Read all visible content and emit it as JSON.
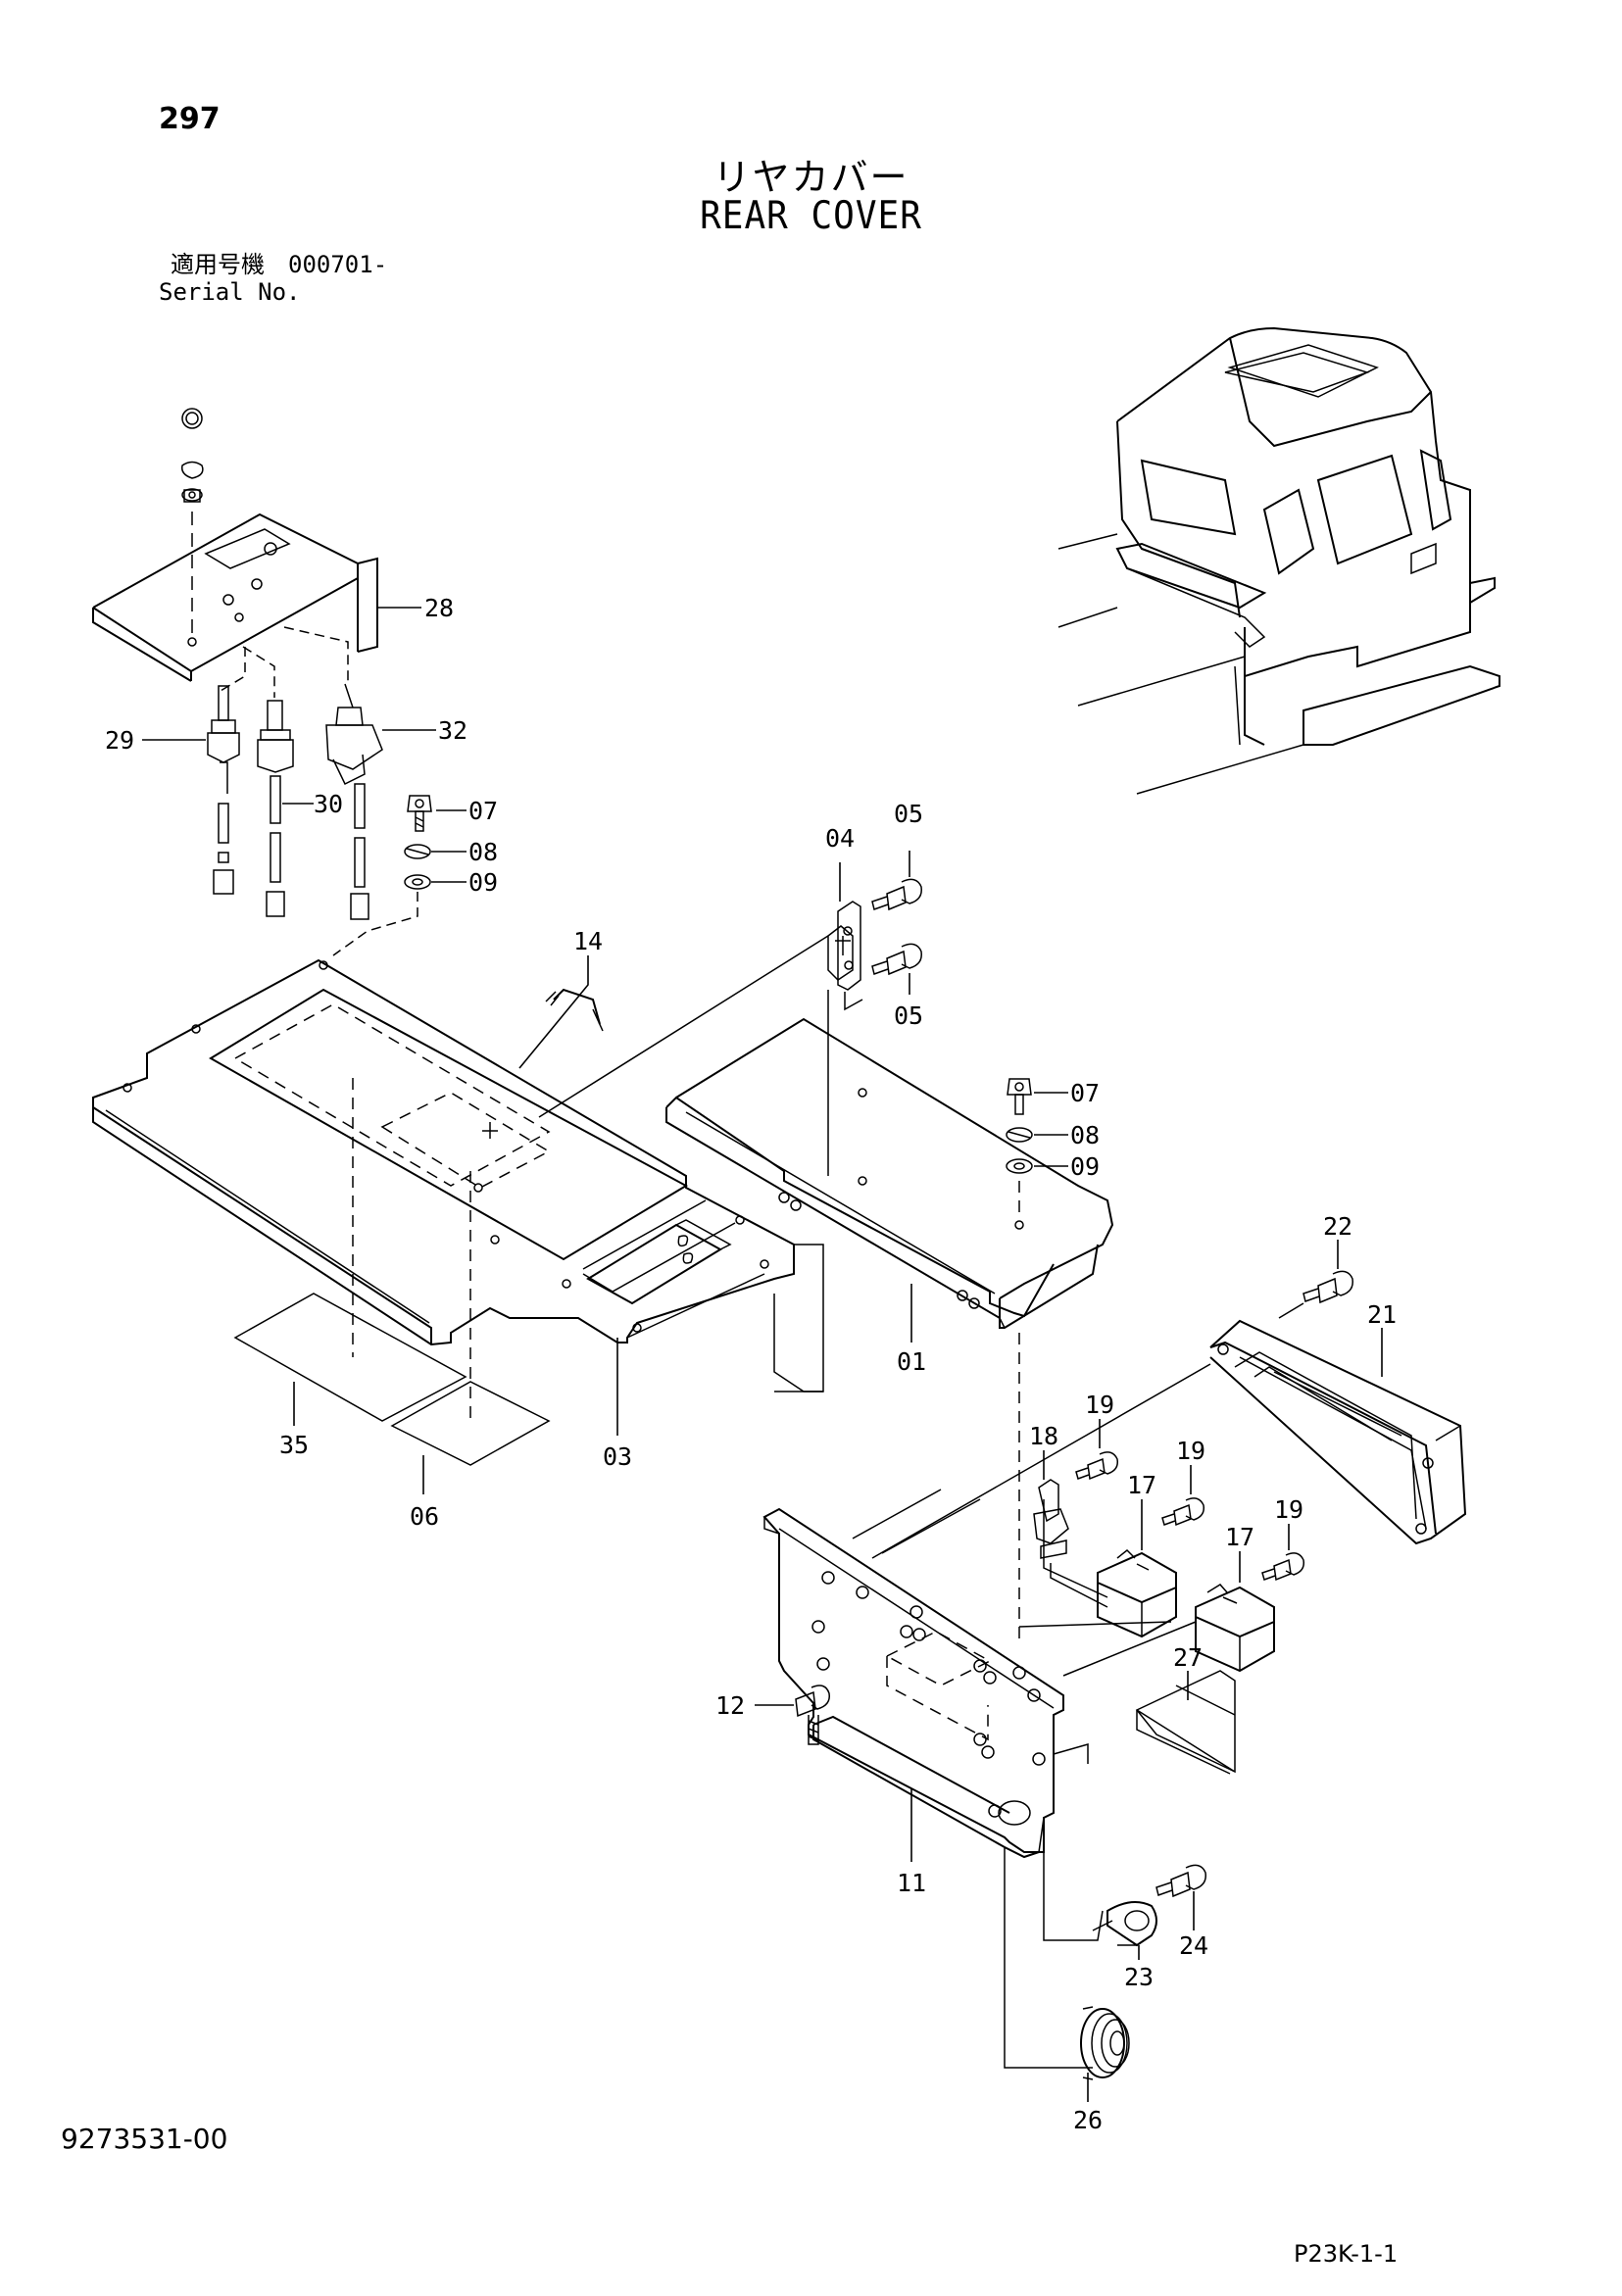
{
  "header": {
    "page_number": "297",
    "title_jp": "リヤカバー",
    "title_en": "REAR COVER",
    "serial_label_jp": "適用号機",
    "serial_value": "000701-",
    "serial_label_en": "Serial No."
  },
  "footer": {
    "doc_number": "9273531-00",
    "page_code": "P23K-1-1"
  },
  "callouts": {
    "c01": "01",
    "c03": "03",
    "c04": "04",
    "c05a": "05",
    "c05b": "05",
    "c06": "06",
    "c07a": "07",
    "c07b": "07",
    "c08a": "08",
    "c08b": "08",
    "c09a": "09",
    "c09b": "09",
    "c11": "11",
    "c12": "12",
    "c14": "14",
    "c17a": "17",
    "c17b": "17",
    "c18": "18",
    "c19a": "19",
    "c19b": "19",
    "c19c": "19",
    "c21": "21",
    "c22": "22",
    "c23": "23",
    "c24": "24",
    "c26": "26",
    "c27": "27",
    "c28": "28",
    "c29": "29",
    "c30": "30",
    "c32": "32",
    "c35": "35"
  }
}
